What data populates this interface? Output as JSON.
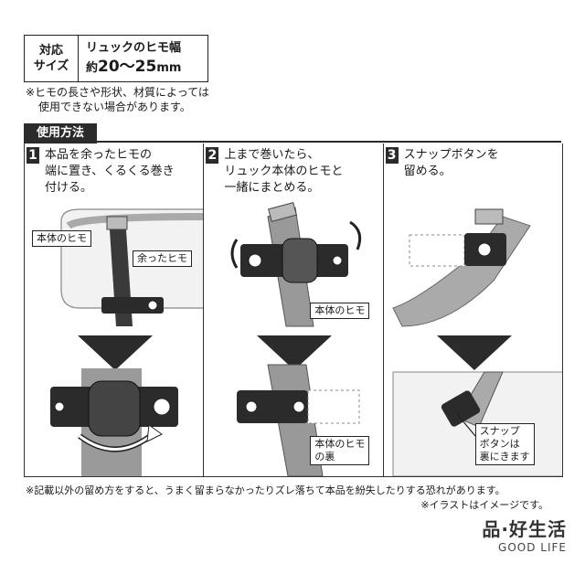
{
  "size": {
    "label_line1": "対応",
    "label_line2": "サイズ",
    "value_line1": "リュックのヒモ幅",
    "value_prefix": "約",
    "value_range": "20～25",
    "value_unit": "mm"
  },
  "note_top": {
    "line1": "※ヒモの長さや形状、材質によっては",
    "line2": "使用できない場合があります。"
  },
  "usage_title": "使用方法",
  "steps": [
    {
      "num": "1",
      "text": "本品を余ったヒモの\n端に置き、くるくる巻き\n付ける。",
      "callouts": [
        "本体のヒモ",
        "余ったヒモ"
      ]
    },
    {
      "num": "2",
      "text": "上まで巻いたら、\nリュック本体のヒモと\n一緒にまとめる。",
      "callouts": [
        "本体のヒモ",
        "本体のヒモ\nの裏"
      ]
    },
    {
      "num": "3",
      "text": "スナップボタンを\n留める。",
      "callouts": [
        "スナップ\nボタンは\n裏にきます"
      ]
    }
  ],
  "note_bottom": "※記載以外の留め方をすると、うまく留まらなかったりズレ落ちて本品を紛失したりする恐れがあります。",
  "note_illustration": "※イラストはイメージです。",
  "brand": {
    "name_jp": "品·好生活",
    "name_en": "GOOD LIFE"
  },
  "colors": {
    "ink": "#2b2b2b",
    "strap": "#3a3a3a",
    "backpack": "#d9d9d9"
  }
}
